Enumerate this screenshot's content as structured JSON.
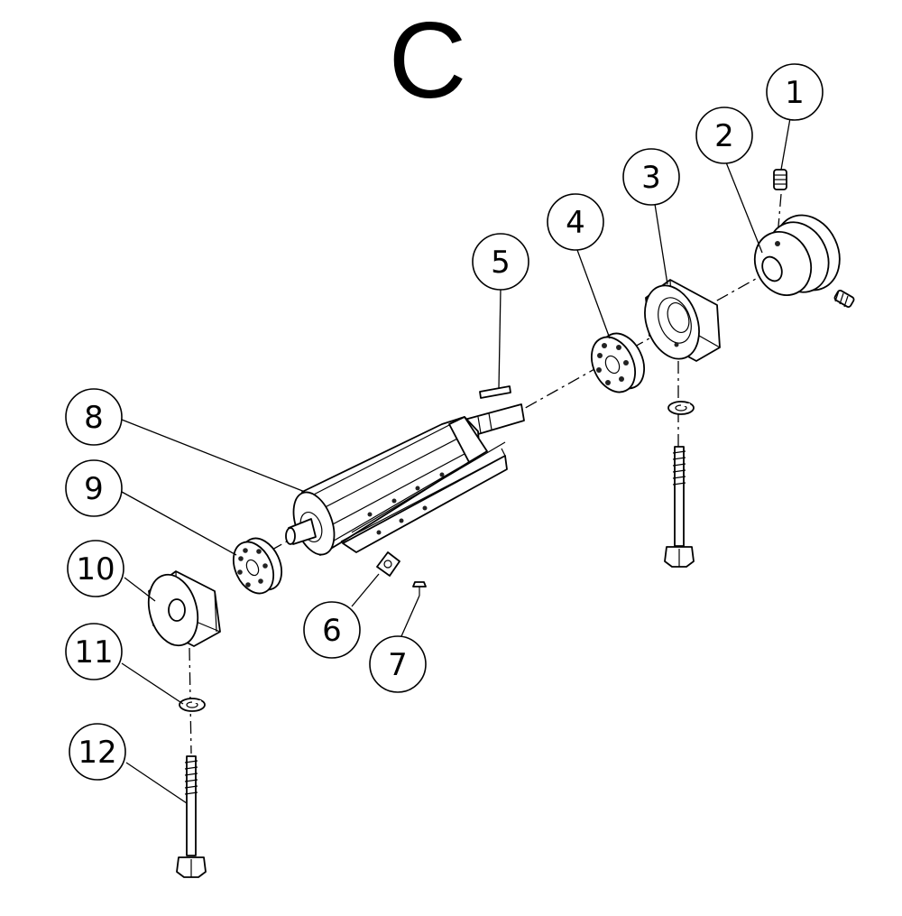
{
  "title": "C",
  "callouts": [
    {
      "id": "callout-1",
      "label": "1"
    },
    {
      "id": "callout-2",
      "label": "2"
    },
    {
      "id": "callout-3",
      "label": "3"
    },
    {
      "id": "callout-4",
      "label": "4"
    },
    {
      "id": "callout-5",
      "label": "5"
    },
    {
      "id": "callout-6",
      "label": "6"
    },
    {
      "id": "callout-7",
      "label": "7"
    },
    {
      "id": "callout-8",
      "label": "8"
    },
    {
      "id": "callout-9",
      "label": "9"
    },
    {
      "id": "callout-10",
      "label": "10"
    },
    {
      "id": "callout-11",
      "label": "11"
    },
    {
      "id": "callout-12",
      "label": "12"
    }
  ]
}
